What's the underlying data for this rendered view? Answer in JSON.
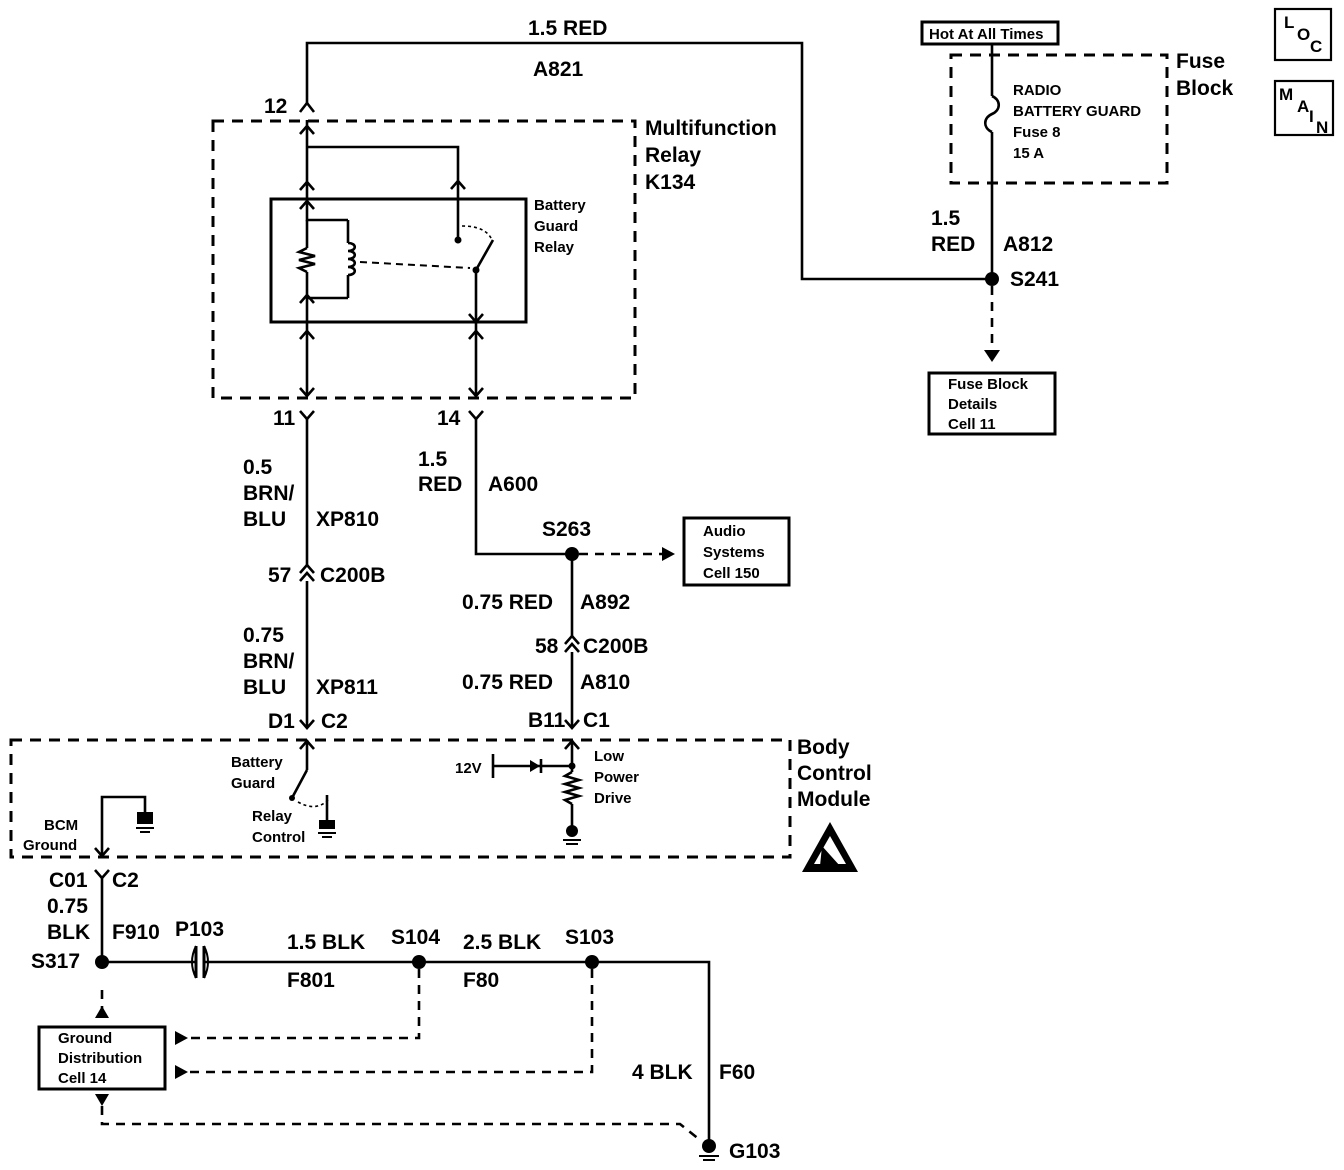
{
  "top_wire": {
    "gauge_color": "1.5 RED",
    "circuit": "A821"
  },
  "hot_label": "Hot At All Times",
  "fuse_block": {
    "title_line1": "Fuse",
    "title_line2": "Block",
    "fuse_line1": "RADIO",
    "fuse_line2": "BATTERY GUARD",
    "fuse_line3": "Fuse 8",
    "fuse_line4": "15 A"
  },
  "nav": {
    "loc": [
      "L",
      "O",
      "C"
    ],
    "main": [
      "M",
      "A",
      "I",
      "N"
    ]
  },
  "fuse_out_wire": {
    "gauge": "1.5",
    "color": "RED",
    "circuit": "A812",
    "splice": "S241"
  },
  "fuse_details": {
    "line1": "Fuse Block",
    "line2": "Details",
    "line3": "Cell 11"
  },
  "relay": {
    "title_line1": "Multifunction",
    "title_line2": "Relay",
    "title_line3": "K134",
    "inner_line1": "Battery",
    "inner_line2": "Guard",
    "inner_line3": "Relay",
    "pin_top": "12",
    "pin_left": "11",
    "pin_right": "14"
  },
  "left_wire_upper": {
    "gauge": "0.5",
    "color_line1": "BRN/",
    "color_line2": "BLU",
    "circuit": "XP810"
  },
  "left_connector": {
    "pin": "57",
    "name": "C200B"
  },
  "left_wire_lower": {
    "gauge": "0.75",
    "color_line1": "BRN/",
    "color_line2": "BLU",
    "circuit": "XP811"
  },
  "left_bcm_pin": {
    "pin": "D1",
    "connector": "C2"
  },
  "right_wire_upper": {
    "gauge": "1.5",
    "color": "RED",
    "circuit": "A600"
  },
  "splice_s263": "S263",
  "audio": {
    "line1": "Audio",
    "line2": "Systems",
    "line3": "Cell 150"
  },
  "right_wire_mid": {
    "gauge_color": "0.75 RED",
    "circuit": "A892"
  },
  "right_connector": {
    "pin": "58",
    "name": "C200B"
  },
  "right_wire_lower": {
    "gauge_color": "0.75 RED",
    "circuit": "A810"
  },
  "right_bcm_pin": {
    "pin": "B11",
    "connector": "C1"
  },
  "bcm": {
    "title_line1": "Body",
    "title_line2": "Control",
    "title_line3": "Module",
    "bg_line1": "Battery",
    "bg_line2": "Guard",
    "rc_line1": "Relay",
    "rc_line2": "Control",
    "v12": "12V",
    "lp_line1": "Low",
    "lp_line2": "Power",
    "lp_line3": "Drive",
    "gnd_line1": "BCM",
    "gnd_line2": "Ground"
  },
  "ground_pin": {
    "pin": "C01",
    "connector": "C2"
  },
  "ground_wire": {
    "gauge": "0.75",
    "color": "BLK",
    "circuit": "F910",
    "splice": "S317"
  },
  "p103": "P103",
  "wire_f801": {
    "gauge_color": "1.5 BLK",
    "circuit": "F801",
    "splice": "S104"
  },
  "wire_f80": {
    "gauge_color": "2.5 BLK",
    "circuit": "F80",
    "splice": "S103"
  },
  "wire_f60": {
    "gauge_color": "4 BLK",
    "circuit": "F60"
  },
  "ground_g103": "G103",
  "ground_dist": {
    "line1": "Ground",
    "line2": "Distribution",
    "line3": "Cell 14"
  }
}
